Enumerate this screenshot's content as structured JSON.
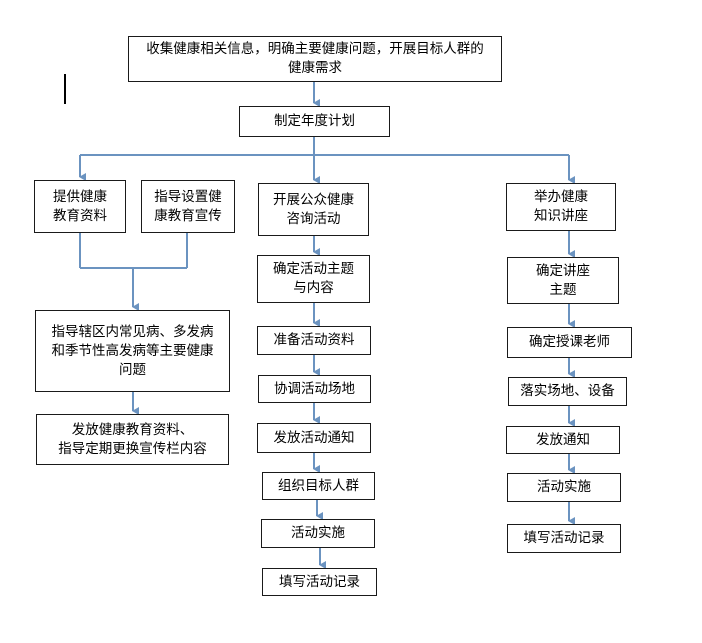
{
  "diagram": {
    "top": "收集健康相关信息，明确主要健康问题，开展目标人群的\n健康需求",
    "plan": "制定年度计划",
    "left": {
      "a": "提供健康\n教育资料",
      "b": "指导设置健\n康教育宣传",
      "c": "指导辖区内常见病、多发病\n和季节性高发病等主要健康\n问题",
      "d": "发放健康教育资料、\n指导定期更换宣传栏内容"
    },
    "middle": {
      "head": "开展公众健康\n咨询活动",
      "steps": [
        "确定活动主题\n与内容",
        "准备活动资料",
        "协调活动场地",
        "发放活动通知",
        "组织目标人群",
        "活动实施",
        "填写活动记录"
      ]
    },
    "right": {
      "head": "举办健康\n知识讲座",
      "steps": [
        "确定讲座\n主题",
        "确定授课老师",
        "落实场地、设备",
        "发放通知",
        "活动实施",
        "填写活动记录"
      ]
    }
  },
  "colors": {
    "connector": "#6b93c0",
    "border": "#1a1a1a"
  }
}
